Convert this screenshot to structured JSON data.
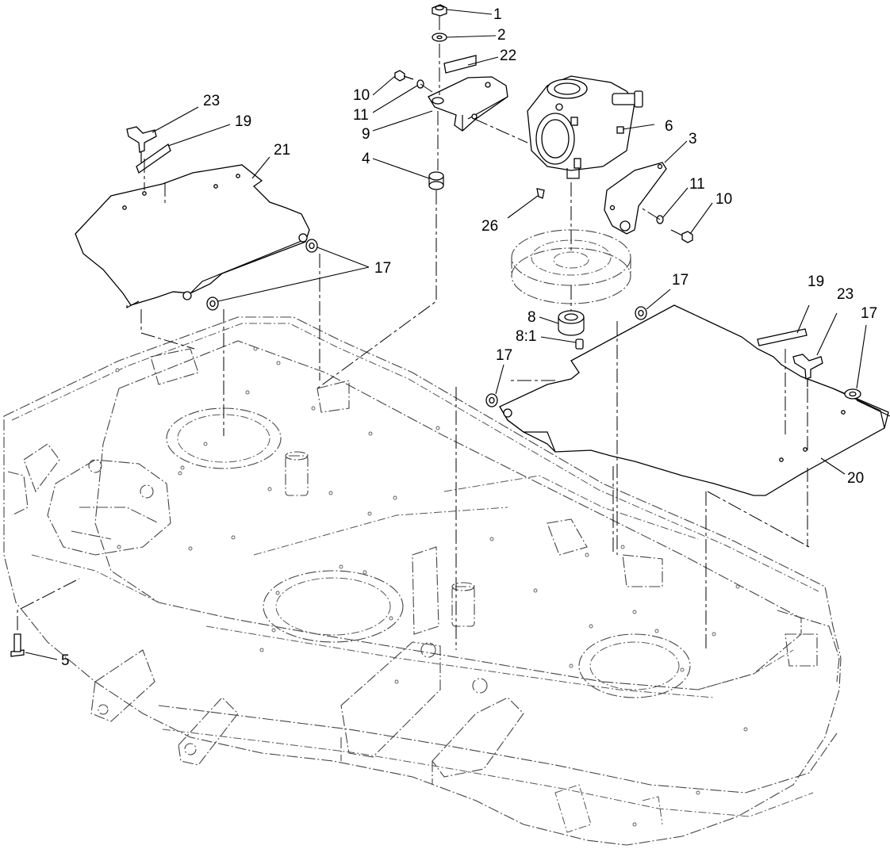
{
  "callouts": [
    {
      "id": "c1",
      "text": "1"
    },
    {
      "id": "c2",
      "text": "2"
    },
    {
      "id": "c22",
      "text": "22"
    },
    {
      "id": "c10a",
      "text": "10"
    },
    {
      "id": "c11a",
      "text": "11"
    },
    {
      "id": "c9",
      "text": "9"
    },
    {
      "id": "c6",
      "text": "6"
    },
    {
      "id": "c3",
      "text": "3"
    },
    {
      "id": "c4",
      "text": "4"
    },
    {
      "id": "c11b",
      "text": "11"
    },
    {
      "id": "c10b",
      "text": "10"
    },
    {
      "id": "c26",
      "text": "26"
    },
    {
      "id": "c23a",
      "text": "23"
    },
    {
      "id": "c19a",
      "text": "19"
    },
    {
      "id": "c21",
      "text": "21"
    },
    {
      "id": "c17a",
      "text": "17"
    },
    {
      "id": "c17b",
      "text": "17"
    },
    {
      "id": "c19b",
      "text": "19"
    },
    {
      "id": "c23b",
      "text": "23"
    },
    {
      "id": "c17c",
      "text": "17"
    },
    {
      "id": "c8",
      "text": "8"
    },
    {
      "id": "c81",
      "text": "8:1"
    },
    {
      "id": "c17d",
      "text": "17"
    },
    {
      "id": "c20",
      "text": "20"
    },
    {
      "id": "c5",
      "text": "5"
    }
  ]
}
